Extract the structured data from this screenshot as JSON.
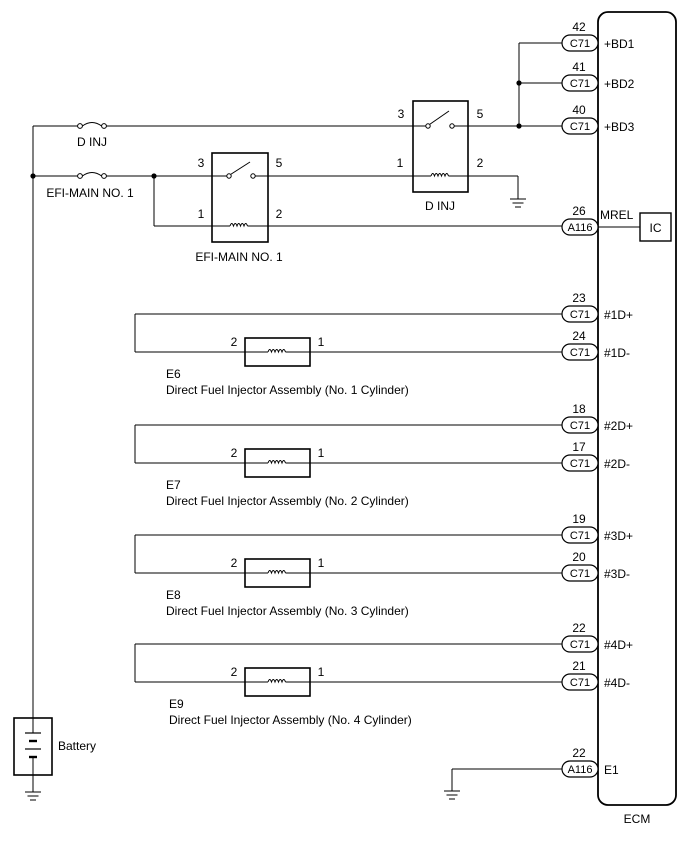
{
  "ecm": {
    "label": "ECM",
    "ic_label": "IC"
  },
  "fuses": {
    "d_inj": "D INJ",
    "efi_main": "EFI-MAIN NO. 1"
  },
  "relays": {
    "efi_main": {
      "label": "EFI-MAIN NO. 1",
      "pin3": "3",
      "pin5": "5",
      "pin1": "1",
      "pin2": "2"
    },
    "d_inj": {
      "label": "D INJ",
      "pin3": "3",
      "pin5": "5",
      "pin1": "1",
      "pin2": "2"
    }
  },
  "battery": {
    "label": "Battery"
  },
  "ecm_pins": [
    {
      "num": "42",
      "connector": "C71",
      "signal": "+BD1"
    },
    {
      "num": "41",
      "connector": "C71",
      "signal": "+BD2"
    },
    {
      "num": "40",
      "connector": "C71",
      "signal": "+BD3"
    },
    {
      "num": "26",
      "connector": "A116",
      "signal": "MREL"
    },
    {
      "num": "23",
      "connector": "C71",
      "signal": "#1D+"
    },
    {
      "num": "24",
      "connector": "C71",
      "signal": "#1D-"
    },
    {
      "num": "18",
      "connector": "C71",
      "signal": "#2D+"
    },
    {
      "num": "17",
      "connector": "C71",
      "signal": "#2D-"
    },
    {
      "num": "19",
      "connector": "C71",
      "signal": "#3D+"
    },
    {
      "num": "20",
      "connector": "C71",
      "signal": "#3D-"
    },
    {
      "num": "22",
      "connector": "C71",
      "signal": "#4D+"
    },
    {
      "num": "21",
      "connector": "C71",
      "signal": "#4D-"
    },
    {
      "num": "22",
      "connector": "A116",
      "signal": "E1"
    }
  ],
  "injectors": [
    {
      "code": "E6",
      "name": "Direct Fuel Injector Assembly (No. 1 Cylinder)",
      "pin_left": "2",
      "pin_right": "1"
    },
    {
      "code": "E7",
      "name": "Direct Fuel Injector Assembly (No. 2 Cylinder)",
      "pin_left": "2",
      "pin_right": "1"
    },
    {
      "code": "E8",
      "name": "Direct Fuel Injector Assembly (No. 3 Cylinder)",
      "pin_left": "2",
      "pin_right": "1"
    },
    {
      "code": "E9",
      "name": "Direct Fuel Injector Assembly (No. 4 Cylinder)",
      "pin_left": "2",
      "pin_right": "1"
    }
  ]
}
